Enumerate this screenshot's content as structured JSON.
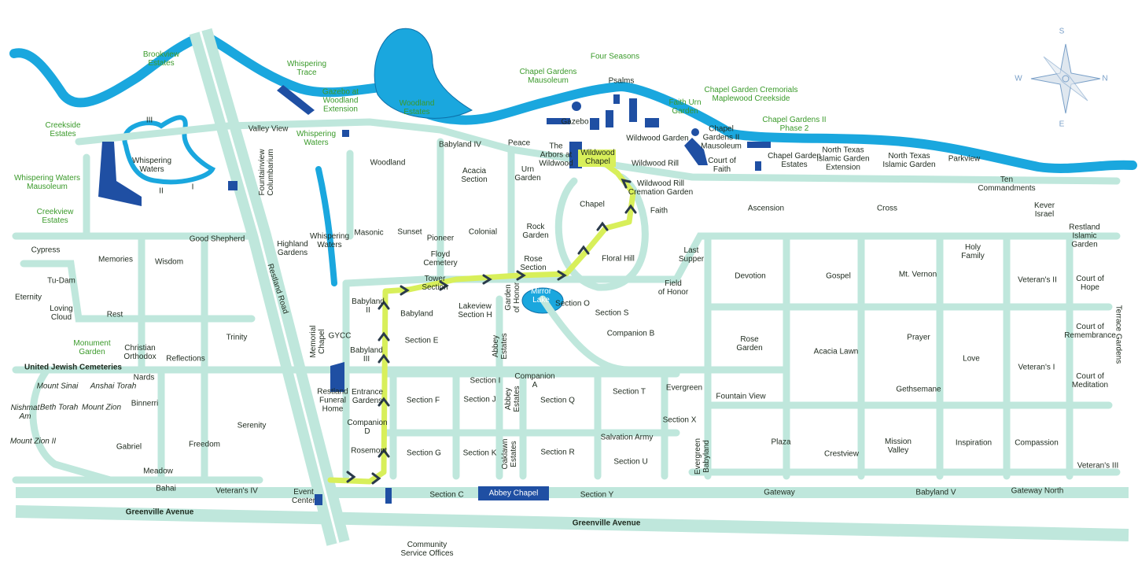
{
  "colors": {
    "road": "#bfe7dc",
    "road_edge": "#8fd0c0",
    "water": "#1aa7de",
    "water_edge": "#0d6fa8",
    "building": "#1f4fa3",
    "route": "#d8ef5a",
    "arrow": "#2a3a4a",
    "label": "#1e2a1e",
    "callout": "#3a9a2a"
  },
  "compass": {
    "north": "N",
    "south": "S",
    "east": "E",
    "west": "W"
  },
  "labels": {
    "brookview_estates": "Brookview\nEstates",
    "whispering_trace": "Whispering\nTrace",
    "gazebo_woodland_ext": "Gazebo at\nWoodland\nExtension",
    "woodland_estates": "Woodland\nEstates",
    "chapel_gardens_mausoleum": "Chapel Gardens\nMausoleum",
    "four_seasons": "Four Seasons",
    "psalms": "Psalms",
    "faith_urn_garden": "Faith Urn\nGarden",
    "chapel_garden_cremorials": "Chapel Garden Cremorials\nMaplewood Creekside",
    "gazebo": "Gazebo",
    "wildwood_garden": "Wildwood Garden",
    "chapel_gardens_ii_mausoleum": "Chapel\nGardens II\nMausoleum",
    "chapel_gardens_ii_phase2": "Chapel Gardens II\nPhase 2",
    "court_of_faith": "Court of\nFaith",
    "chapel_garden_estates": "Chapel Garden\nEstates",
    "north_texas_islamic_ext": "North Texas\nIslamic Garden\nExtension",
    "north_texas_islamic": "North Texas\nIslamic Garden",
    "parkview": "Parkview",
    "ten_commandments": "Ten\nCommandments",
    "kever_israel": "Kever\nIsrael",
    "creekside_estates": "Creekside\nEstates",
    "iii": "III",
    "whispering_waters_pond": "Whispering\nWaters",
    "ii": "II",
    "i": "I",
    "whispering_waters_mausoleum": "Whispering Waters\nMausoleum",
    "creekview_estates": "Creekview\nEstates",
    "valley_view": "Valley View",
    "fountainview_columbarium": "Fountainview\nColumbarium",
    "whispering_waters_2": "Whispering\nWaters",
    "peace": "Peace",
    "babyland_iv": "Babyland IV",
    "woodland": "Woodland",
    "acacia_section": "Acacia\nSection",
    "urn_garden": "Urn\nGarden",
    "arbors_wildwood": "The\nArbors at\nWildwood",
    "wildwood_chapel": "Wildwood\nChapel",
    "wildwood_rill": "Wildwood Rill",
    "wildwood_rill_cremation": "Wildwood Rill\nCremation Garden",
    "cypress": "Cypress",
    "memories": "Memories",
    "wisdom": "Wisdom",
    "good_shepherd": "Good Shepherd",
    "highland_gardens": "Highland\nGardens",
    "whispering_waters_3": "Whispering\nWaters",
    "masonic": "Masonic",
    "sunset": "Sunset",
    "pioneer": "Pioneer",
    "colonial": "Colonial",
    "rock_garden": "Rock\nGarden",
    "chapel": "Chapel",
    "faith": "Faith",
    "ascension": "Ascension",
    "cross": "Cross",
    "restland_islamic": "Restland\nIslamic\nGarden",
    "tu_dam": "Tu-Dam",
    "eternity": "Eternity",
    "loving_cloud": "Loving\nCloud",
    "rest": "Rest",
    "restland_road": "Restland Road",
    "floyd_cemetery": "Floyd\nCemetery",
    "tower_section": "Tower\nSection",
    "rose_section": "Rose\nSection",
    "floral_hill": "Floral Hill",
    "last_supper": "Last\nSupper",
    "devotion": "Devotion",
    "gospel": "Gospel",
    "mt_vernon": "Mt. Vernon",
    "holy_family": "Holy\nFamily",
    "veterans_ii": "Veteran's II",
    "court_of_hope": "Court of\nHope",
    "babyland_ii": "Babyland\nII",
    "babyland": "Babyland",
    "lakeview_h": "Lakeview\nSection H",
    "garden_of_honor": "Garden\nof Honor",
    "mirror_lake": "Mirror\nLake",
    "section_o": "Section O",
    "section_s": "Section S",
    "field_of_honor": "Field\nof Honor",
    "terrace_gardens": "Terrace Gardens",
    "court_of_remembrance": "Court of\nRemembrance",
    "monument_garden": "Monument\nGarden",
    "christian_orthodox": "Christian\nOrthodox",
    "reflections": "Reflections",
    "trinity": "Trinity",
    "memorial_chapel": "Memorial\nChapel",
    "gycc": "GYCC",
    "babyland_iii": "Babyland\nIII",
    "section_e": "Section E",
    "abbey_estates_1": "Abbey\nEstates",
    "companion_b": "Companion B",
    "rose_garden": "Rose\nGarden",
    "acacia_lawn": "Acacia Lawn",
    "prayer": "Prayer",
    "love": "Love",
    "veterans_i": "Veteran's I",
    "court_of_meditation": "Court of\nMeditation",
    "united_jewish": "United Jewish Cemeteries",
    "nards": "Nards",
    "mount_sinai": "Mount Sinai",
    "anshai_torah": "Anshai Torah",
    "section_i": "Section I",
    "companion_a": "Companion\nA",
    "gethsemane": "Gethsemane",
    "evergreen": "Evergreen",
    "fountain_view": "Fountain View",
    "binnerri": "Binnerri",
    "nishmat_am": "Nishmat\nAm",
    "beth_torah": "Beth Torah",
    "mount_zion": "Mount Zion",
    "restland_funeral_home": "Restland\nFuneral\nHome",
    "entrance_gardens": "Entrance\nGardens",
    "section_f": "Section F",
    "section_j": "Section J",
    "abbey_estates_2": "Abbey\nEstates",
    "section_q": "Section Q",
    "section_t": "Section T",
    "section_x": "Section X",
    "serenity": "Serenity",
    "mount_zion_ii": "Mount Zion II",
    "companion_d": "Companion\nD",
    "salvation_army": "Salvation Army",
    "plaza": "Plaza",
    "crestview": "Crestview",
    "mission_valley": "Mission\nValley",
    "inspiration": "Inspiration",
    "compassion": "Compassion",
    "gabriel": "Gabriel",
    "freedom": "Freedom",
    "rosemont": "Rosemont",
    "section_g": "Section G",
    "section_k": "Section K",
    "oaklawn_estates": "Oaklawn\nEstates",
    "section_r": "Section R",
    "section_u": "Section U",
    "evergreen_babyland": "Evergreen\nBabyland",
    "veterans_iii": "Veteran's III",
    "meadow": "Meadow",
    "bahai": "Bahai",
    "veterans_iv": "Veteran's IV",
    "event_center": "Event\nCenter",
    "section_c": "Section C",
    "abbey_chapel": "Abbey Chapel",
    "section_y": "Section Y",
    "gateway": "Gateway",
    "babyland_v": "Babyland V",
    "gateway_north": "Gateway North",
    "greenville_avenue_1": "Greenville Avenue",
    "greenville_avenue_2": "Greenville Avenue",
    "community_service": "Community\nService Offices"
  }
}
